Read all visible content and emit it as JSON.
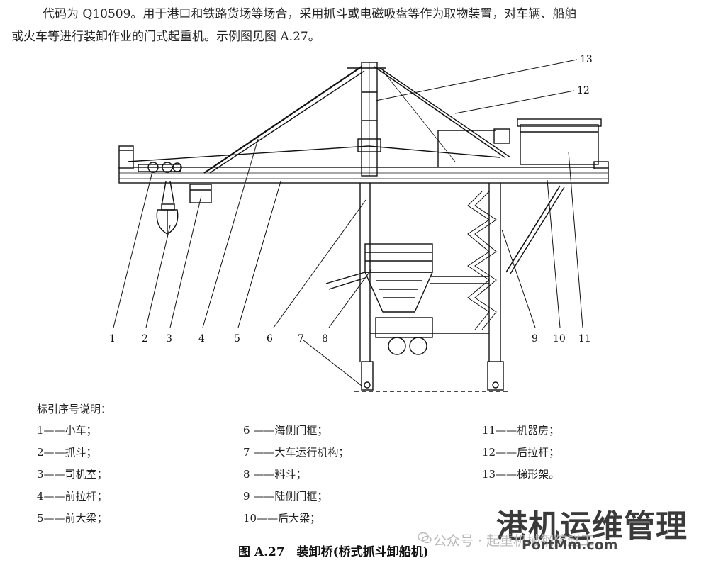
{
  "intro": {
    "line1": "代码为 Q10509。用于港口和铁路货场等场合，采用抓斗或电磁吸盘等作为取物装置，对车辆、船舶",
    "line2": "或火车等进行装卸作业的门式起重机。示例图见图 A.27。"
  },
  "diagram": {
    "callouts": [
      "1",
      "2",
      "3",
      "4",
      "5",
      "6",
      "7",
      "8",
      "9",
      "10",
      "11",
      "12",
      "13"
    ]
  },
  "legend": {
    "title": "标引序号说明：",
    "items": [
      {
        "num": "1",
        "label": "小车；"
      },
      {
        "num": "2",
        "label": "抓斗；"
      },
      {
        "num": "3",
        "label": "司机室；"
      },
      {
        "num": "4",
        "label": "前拉杆；"
      },
      {
        "num": "5",
        "label": "前大梁；"
      },
      {
        "num": "6",
        "label": "海侧门框；"
      },
      {
        "num": "7",
        "label": "大车运行机构；"
      },
      {
        "num": "8",
        "label": "料斗；"
      },
      {
        "num": "9",
        "label": "陆侧门框；"
      },
      {
        "num": "10",
        "label": "后大梁；"
      },
      {
        "num": "11",
        "label": "机器房；"
      },
      {
        "num": "12",
        "label": "后拉杆；"
      },
      {
        "num": "13",
        "label": "梯形架。"
      }
    ]
  },
  "caption": "图 A.27　装卸桥(桥式抓斗卸船机)",
  "watermark": {
    "title": "港机运维管理",
    "source": "公众号 · 起重机械钢院赵工",
    "url": "PortMm.com"
  }
}
